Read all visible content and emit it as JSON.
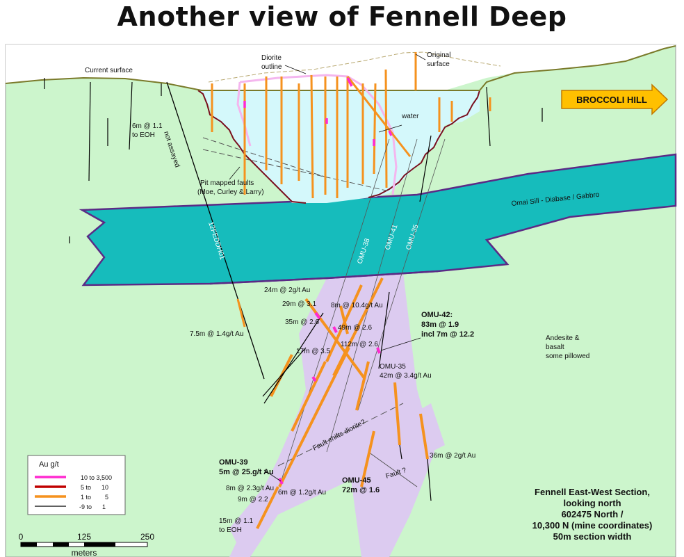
{
  "title": "Another view of Fennell Deep",
  "colors": {
    "andesite": "#ccf5cc",
    "sill": "#16bcbc",
    "sill_edge": "#5b2a86",
    "diorite": "#dccbf0",
    "pit_water": "#d4f8fb",
    "surface": "#7a7a2a",
    "pit_outline": "#7a1020",
    "grade_high": "#ff2ad0",
    "grade_mid": "#c00000",
    "grade_low": "#f5921e",
    "grade_trace": "#000000",
    "arrow_fill": "#ffc000",
    "arrow_stroke": "#c07800"
  },
  "geology_labels": {
    "current_surface": "Current surface",
    "original_surface": [
      "Original",
      "surface"
    ],
    "diorite_outline": [
      "Diorite",
      "outline"
    ],
    "water": "water",
    "not_assayed": "not assayed",
    "pit_faults": [
      "Pit mapped faults",
      "(Moe, Curley & Larry)"
    ],
    "sill": "Omai Sill - Diabase / Gabbro",
    "andesite": [
      "Andesite &",
      "basalt",
      "some pillowed"
    ],
    "fault_diorite": "Fault shifts diorite?",
    "fault_q": "Fault ?",
    "broccoli_hill": "BROCCOLI HILL"
  },
  "hole_names": {
    "h12f": "12FEDDH01",
    "omu38": "OMU-38",
    "omu41": "OMU-41",
    "omu35": "OMU-35"
  },
  "intercepts": {
    "i01": [
      "6m @ 1.1",
      "to EOH"
    ],
    "i02": "24m @ 2g/t Au",
    "i03": "29m @ 3.1",
    "i04": "8m @ 10.4g/t Au",
    "i05": "35m @ 2.6",
    "i06": "49m @ 2.6",
    "i07": "7.5m @ 1.4g/t Au",
    "i08": "112m @ 2.6",
    "i09": "17m @ 3.5",
    "i10": [
      "OMU-35",
      "42m @ 3.4g/t Au"
    ],
    "i11": "36m @ 2g/t Au",
    "i12": "8m @ 2.3g/t Au",
    "i13": "6m @ 1.2g/t Au",
    "i14": "9m @ 2.2",
    "i15": [
      "15m @ 1.1",
      "to EOH"
    ]
  },
  "callouts": {
    "omu42": [
      "OMU-42:",
      "83m @ 1.9",
      "incl 7m @ 12.2"
    ],
    "omu39": [
      "OMU-39",
      "5m @ 25.g/t Au"
    ],
    "omu45": [
      "OMU-45",
      "72m @ 1.6"
    ]
  },
  "legend": {
    "title": "Au g/t",
    "rows": [
      {
        "color": "#ff2ad0",
        "label": "10 to 3,500"
      },
      {
        "color": "#c00000",
        "label": "5 to      10"
      },
      {
        "color": "#f5921e",
        "label": "1 to        5"
      },
      {
        "color": "#000000",
        "label": "-9 to      1"
      }
    ]
  },
  "section_info": [
    "Fennell East-West Section,",
    "looking north",
    "602475 North /",
    "10,300 N (mine coordinates)",
    "50m section width"
  ],
  "scale_bar": {
    "ticks": [
      "0",
      "125",
      "250"
    ],
    "unit": "meters"
  }
}
